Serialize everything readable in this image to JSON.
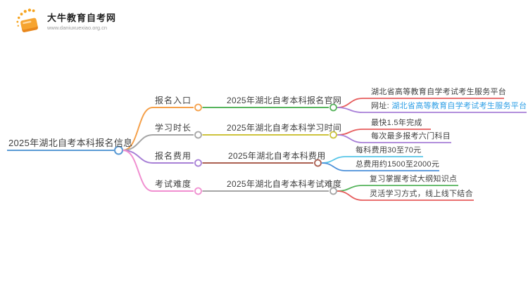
{
  "logo": {
    "name": "大牛教育自考网",
    "url": "www.daniuxuexiao.org.cn",
    "accent": "#f59b20"
  },
  "mindmap": {
    "root": {
      "label": "2025年湖北自考本科报名信息",
      "color": "#5b9bd5"
    },
    "branches": [
      {
        "label": "报名入口",
        "color": "#f5a049",
        "child": {
          "label": "2025年湖北自考本科报名官网",
          "color": "#56b45c"
        },
        "leaves": [
          {
            "label": "湖北省高等教育自学考试考生服务平台",
            "color": "#e65c5c"
          },
          {
            "label": "网址: ",
            "link": "湖北省高等教育自学考试考生服务平台",
            "color": "#a87fd8",
            "link_color": "#2e9fe6"
          }
        ]
      },
      {
        "label": "学习时长",
        "color": "#a5a5a5",
        "child": {
          "label": "2025年湖北自考本科学习时间",
          "color": "#cdc33c"
        },
        "leaves": [
          {
            "label": "最快1.5年完成",
            "color": "#e65c5c"
          },
          {
            "label": "每次最多报考六门科目",
            "color": "#a87fd8"
          }
        ]
      },
      {
        "label": "报名费用",
        "color": "#a77fd6",
        "child": {
          "label": "2025年湖北自考本科费用",
          "color": "#ab5f50"
        },
        "leaves": [
          {
            "label": "每科费用30至70元",
            "color": "#55c5e8"
          },
          {
            "label": "总费用约1500至2000元",
            "color": "#4a8fd9"
          }
        ]
      },
      {
        "label": "考试难度",
        "color": "#f08fd0",
        "child": {
          "label": "2025年湖北自考本科考试难度",
          "color": "#a5a5a5"
        },
        "leaves": [
          {
            "label": "复习掌握考试大纲知识点",
            "color": "#56b45c"
          },
          {
            "label": "灵活学习方式，线上线下结合",
            "color": "#e65c5c"
          }
        ]
      }
    ]
  }
}
